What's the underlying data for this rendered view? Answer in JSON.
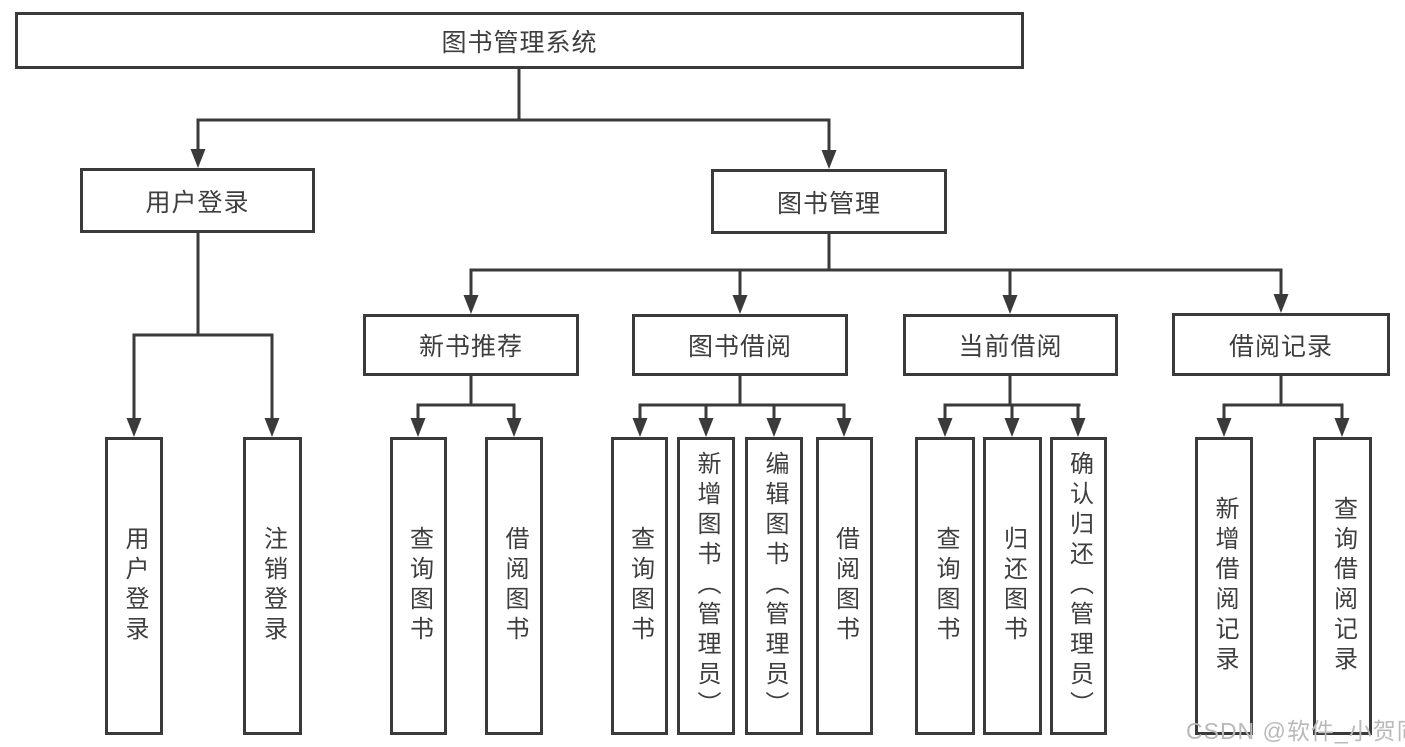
{
  "diagram": {
    "title": "图书管理系统",
    "type": "hierarchy-tree",
    "colors": {
      "line": "#3a3a3a",
      "border": "#3a3a3a",
      "text": "#3e3e3e",
      "box_fill": "#ffffff",
      "background": "#ffffff",
      "watermark": "#b9b9b9"
    },
    "nodes": {
      "root": {
        "label": "图书管理系统",
        "level": 1
      },
      "user_login": {
        "label": "用户登录",
        "level": 2
      },
      "book_management": {
        "label": "图书管理",
        "level": 2
      },
      "new_book_recommend": {
        "label": "新书推荐",
        "level": 3
      },
      "book_borrowing": {
        "label": "图书借阅",
        "level": 3
      },
      "current_borrowing": {
        "label": "当前借阅",
        "level": 3
      },
      "borrowing_records": {
        "label": "借阅记录",
        "level": 3
      },
      "leaf_user_login": {
        "label": "用户登录",
        "level": 4
      },
      "leaf_logout": {
        "label": "注销登录",
        "level": 4
      },
      "leaf_query_books_recommend": {
        "label": "查询图书",
        "level": 4
      },
      "leaf_borrow_books_recommend": {
        "label": "借阅图书",
        "level": 4
      },
      "leaf_query_books_borrow": {
        "label": "查询图书",
        "level": 4
      },
      "leaf_add_books_admin": {
        "label": "新增图书（管理员）",
        "level": 4
      },
      "leaf_edit_books_admin": {
        "label": "编辑图书（管理员）",
        "level": 4
      },
      "leaf_borrow_books_borrow": {
        "label": "借阅图书",
        "level": 4
      },
      "leaf_query_books_current": {
        "label": "查询图书",
        "level": 4
      },
      "leaf_return_books": {
        "label": "归还图书",
        "level": 4
      },
      "leaf_confirm_return_admin": {
        "label": "确认归还（管理员）",
        "level": 4
      },
      "leaf_add_borrow_record": {
        "label": "新增借阅记录",
        "level": 4
      },
      "leaf_query_borrow_record": {
        "label": "查询借阅记录",
        "level": 4
      }
    },
    "edges": [
      [
        "root",
        "user_login"
      ],
      [
        "root",
        "book_management"
      ],
      [
        "user_login",
        "leaf_user_login"
      ],
      [
        "user_login",
        "leaf_logout"
      ],
      [
        "book_management",
        "new_book_recommend"
      ],
      [
        "book_management",
        "book_borrowing"
      ],
      [
        "book_management",
        "current_borrowing"
      ],
      [
        "book_management",
        "borrowing_records"
      ],
      [
        "new_book_recommend",
        "leaf_query_books_recommend"
      ],
      [
        "new_book_recommend",
        "leaf_borrow_books_recommend"
      ],
      [
        "book_borrowing",
        "leaf_query_books_borrow"
      ],
      [
        "book_borrowing",
        "leaf_add_books_admin"
      ],
      [
        "book_borrowing",
        "leaf_edit_books_admin"
      ],
      [
        "book_borrowing",
        "leaf_borrow_books_borrow"
      ],
      [
        "current_borrowing",
        "leaf_query_books_current"
      ],
      [
        "current_borrowing",
        "leaf_return_books"
      ],
      [
        "current_borrowing",
        "leaf_confirm_return_admin"
      ],
      [
        "borrowing_records",
        "leaf_add_borrow_record"
      ],
      [
        "borrowing_records",
        "leaf_query_borrow_record"
      ]
    ]
  },
  "watermark": {
    "text": "CSDN @软件_小贺同学"
  }
}
